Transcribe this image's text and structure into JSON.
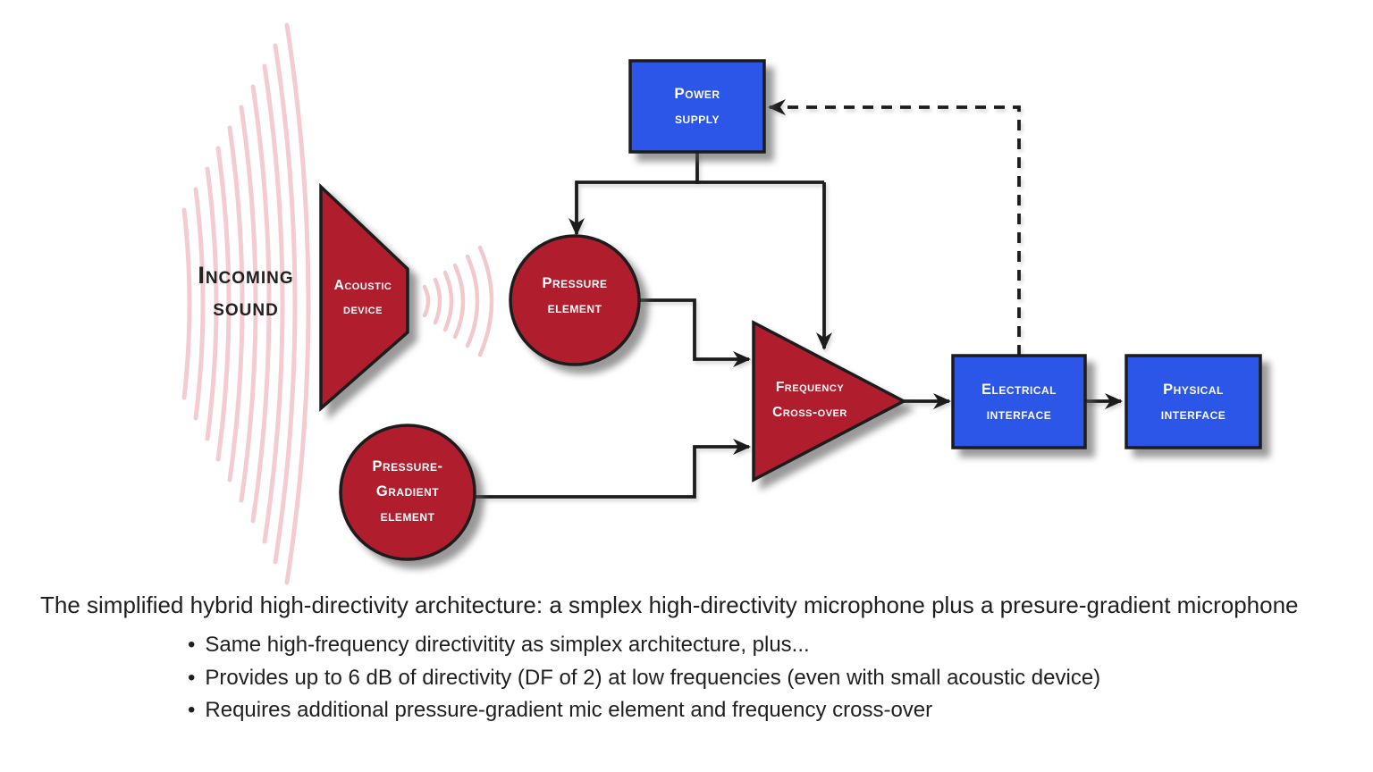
{
  "colors": {
    "shape_red": "#b01e2e",
    "shape_blue": "#2b56e7",
    "wave_pink": "#f3c6cb",
    "connector_black": "#1c1c1c",
    "text_dark": "#232021",
    "label_white": "#ffffff"
  },
  "diagram": {
    "incoming_sound": {
      "line1": "Incoming",
      "line2": "sound"
    },
    "acoustic_device": {
      "line1": "Acoustic",
      "line2": "device"
    },
    "power_supply": {
      "line1": "Power",
      "line2": "supply"
    },
    "pressure_element": {
      "line1": "Pressure",
      "line2": "element"
    },
    "pressure_gradient_element": {
      "line1": "Pressure-",
      "line2": "Gradient",
      "line3": "element"
    },
    "frequency_crossover": {
      "line1": "Frequency",
      "line2": "Cross-over"
    },
    "electrical_interface": {
      "line1": "Electrical",
      "line2": "interface"
    },
    "physical_interface": {
      "line1": "Physical",
      "line2": "interface"
    }
  },
  "caption": "The simplified hybrid high-directivity architecture: a smplex high-directivity microphone plus a presure-gradient microphone",
  "bullets": {
    "marker": "•",
    "items": [
      "Same high-frequency directivitity as simplex architecture, plus...",
      "Provides up to 6 dB of directivity (DF of 2) at low frequencies (even with small acoustic device)",
      "Requires additional pressure-gradient mic element and frequency cross-over"
    ]
  }
}
